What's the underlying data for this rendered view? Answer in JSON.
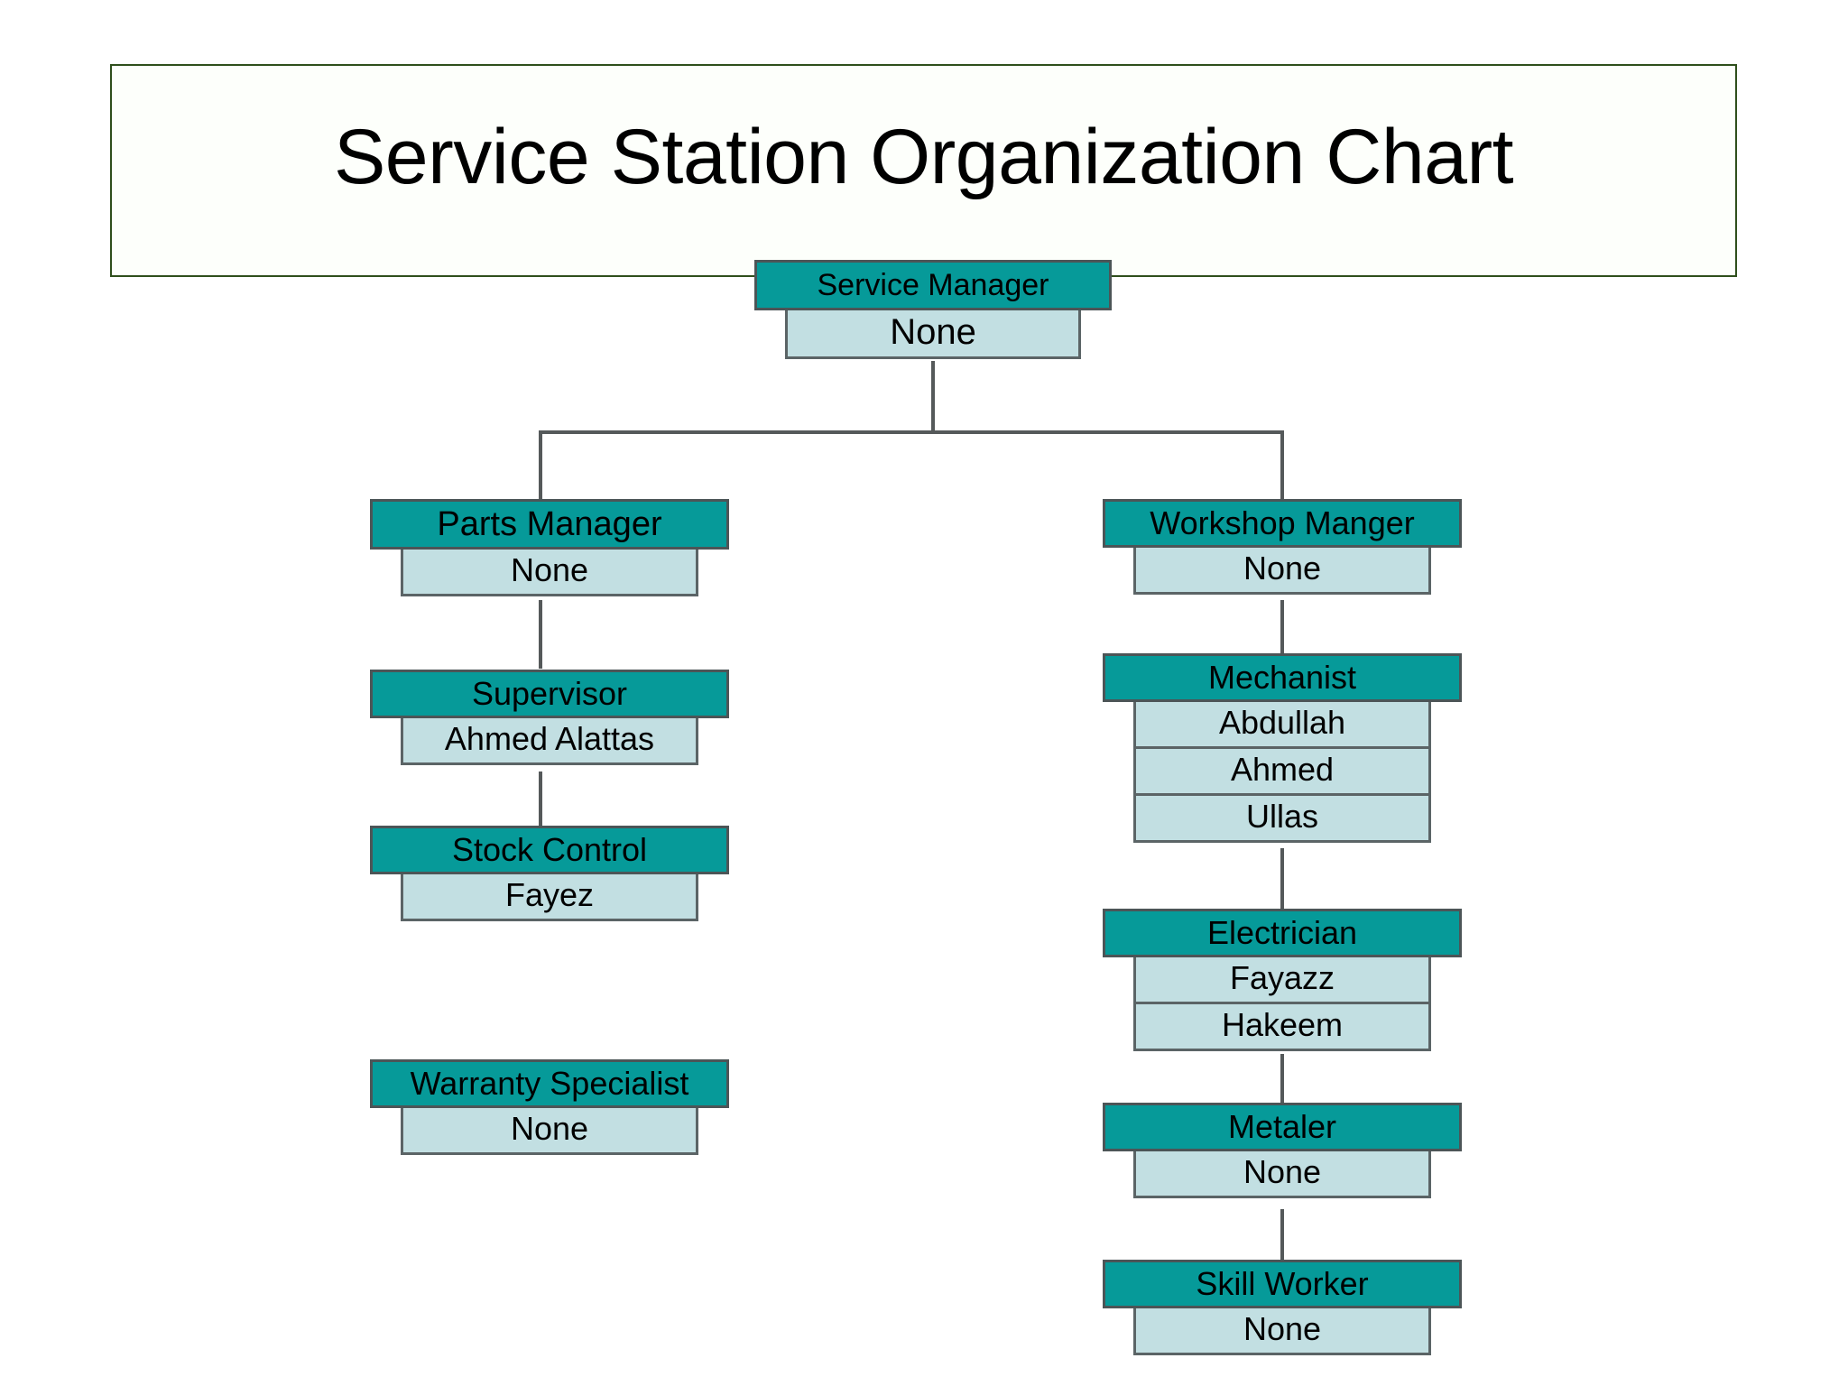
{
  "title": "Service Station Organization Chart",
  "colors": {
    "header_fill": "#069a99",
    "row_fill": "#c2dfe2",
    "node_border": "#4c5557",
    "connector": "#55595a",
    "title_border": "#2f4f1c",
    "title_background": "#fdfffb"
  },
  "chart_data": {
    "type": "org-chart",
    "title": "Service Station Organization Chart",
    "nodes": [
      {
        "id": "service-manager",
        "role": "Service Manager",
        "people": [
          "None"
        ]
      },
      {
        "id": "parts-manager",
        "role": "Parts Manager",
        "people": [
          "None"
        ]
      },
      {
        "id": "workshop-manger",
        "role": "Workshop Manger",
        "people": [
          "None"
        ]
      },
      {
        "id": "supervisor",
        "role": "Supervisor",
        "people": [
          "Ahmed Alattas"
        ]
      },
      {
        "id": "stock-control",
        "role": "Stock Control",
        "people": [
          "Fayez"
        ]
      },
      {
        "id": "warranty-specialist",
        "role": "Warranty Specialist",
        "people": [
          "None"
        ]
      },
      {
        "id": "mechanist",
        "role": "Mechanist",
        "people": [
          "Abdullah",
          "Ahmed",
          "Ullas"
        ]
      },
      {
        "id": "electrician",
        "role": "Electrician",
        "people": [
          "Fayazz",
          "Hakeem"
        ]
      },
      {
        "id": "metaler",
        "role": "Metaler",
        "people": [
          "None"
        ]
      },
      {
        "id": "skill-worker",
        "role": "Skill Worker",
        "people": [
          "None"
        ]
      }
    ],
    "edges": [
      {
        "from": "service-manager",
        "to": "parts-manager"
      },
      {
        "from": "service-manager",
        "to": "workshop-manger"
      },
      {
        "from": "parts-manager",
        "to": "supervisor"
      },
      {
        "from": "supervisor",
        "to": "stock-control"
      },
      {
        "from": "workshop-manger",
        "to": "mechanist"
      },
      {
        "from": "mechanist",
        "to": "electrician"
      },
      {
        "from": "electrician",
        "to": "metaler"
      },
      {
        "from": "metaler",
        "to": "skill-worker"
      }
    ]
  }
}
